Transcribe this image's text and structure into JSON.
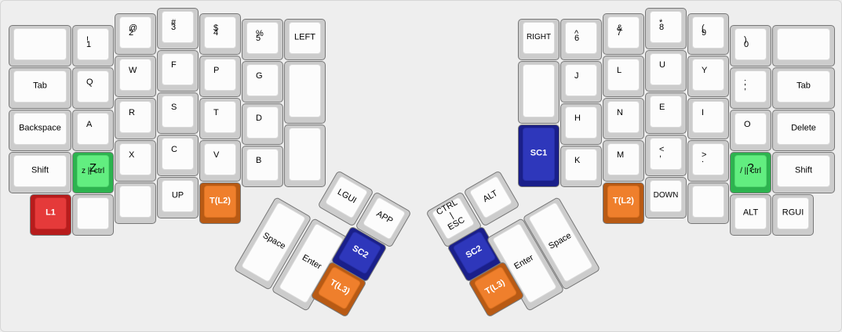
{
  "colors": {
    "background": "#eeeeee",
    "key": "#fcfcfc",
    "red": "#e53a3a",
    "green": "#62ee80",
    "blue": "#2e37bb",
    "orange": "#ef7f2c"
  },
  "keys": [
    {
      "name": "key-blank-l0",
      "tl": ""
    },
    {
      "name": "key-exclam-1",
      "tl": "!",
      "bl": "1"
    },
    {
      "name": "key-at-2",
      "tl": "@",
      "bl": "2"
    },
    {
      "name": "key-hash-3",
      "tl": "#",
      "bl": "3"
    },
    {
      "name": "key-dollar-4",
      "tl": "$",
      "bl": "4"
    },
    {
      "name": "key-percent-5",
      "tl": "%",
      "bl": "5"
    },
    {
      "name": "key-left",
      "c": "LEFT"
    },
    {
      "name": "key-tab-left",
      "c": "Tab"
    },
    {
      "name": "key-q",
      "tl": "Q"
    },
    {
      "name": "key-w",
      "tl": "W"
    },
    {
      "name": "key-f",
      "tl": "F"
    },
    {
      "name": "key-p",
      "tl": "P"
    },
    {
      "name": "key-g",
      "tl": "G"
    },
    {
      "name": "key-blank-l-tall",
      "c": ""
    },
    {
      "name": "key-backspace",
      "c": "Backspace"
    },
    {
      "name": "key-a",
      "tl": "A"
    },
    {
      "name": "key-r",
      "tl": "R"
    },
    {
      "name": "key-s",
      "tl": "S"
    },
    {
      "name": "key-t",
      "tl": "T"
    },
    {
      "name": "key-d",
      "tl": "D"
    },
    {
      "name": "key-shift-left",
      "c": "Shift"
    },
    {
      "name": "key-z-ctrl",
      "top": "Z",
      "bot": "z || ctrl"
    },
    {
      "name": "key-x",
      "tl": "X"
    },
    {
      "name": "key-c",
      "tl": "C"
    },
    {
      "name": "key-v",
      "tl": "V"
    },
    {
      "name": "key-b",
      "tl": "B"
    },
    {
      "name": "key-blank-l-tall2",
      "c": ""
    },
    {
      "name": "key-l1",
      "c": "L1"
    },
    {
      "name": "key-blank-l-bottom1",
      "c": ""
    },
    {
      "name": "key-blank-l-bottom2",
      "c": ""
    },
    {
      "name": "key-up",
      "c": "UP"
    },
    {
      "name": "key-tl2-left",
      "c": "T(L2)"
    },
    {
      "name": "key-lgui",
      "c": "LGUI"
    },
    {
      "name": "key-app",
      "c": "APP"
    },
    {
      "name": "key-space-left",
      "c": "Space"
    },
    {
      "name": "key-enter-left",
      "c": "Enter"
    },
    {
      "name": "key-sc2-left",
      "c": "SC2"
    },
    {
      "name": "key-tl3-left",
      "c": "T(L3)"
    },
    {
      "name": "key-right",
      "c": "RIGHT"
    },
    {
      "name": "key-caret-6",
      "tl": "^",
      "bl": "6"
    },
    {
      "name": "key-amp-7",
      "tl": "&",
      "bl": "7"
    },
    {
      "name": "key-star-8",
      "tl": "*",
      "bl": "8"
    },
    {
      "name": "key-paren-9",
      "tl": "(",
      "bl": "9"
    },
    {
      "name": "key-paren-0",
      "tl": ")",
      "bl": "0"
    },
    {
      "name": "key-blank-r0",
      "c": ""
    },
    {
      "name": "key-blank-r-tall",
      "c": ""
    },
    {
      "name": "key-j",
      "tl": "J"
    },
    {
      "name": "key-l",
      "tl": "L"
    },
    {
      "name": "key-u",
      "tl": "U"
    },
    {
      "name": "key-y",
      "tl": "Y"
    },
    {
      "name": "key-colon",
      "tl": ":",
      "bl": ";"
    },
    {
      "name": "key-tab-right",
      "c": "Tab"
    },
    {
      "name": "key-sc1",
      "c": "SC1"
    },
    {
      "name": "key-h",
      "tl": "H"
    },
    {
      "name": "key-n",
      "tl": "N"
    },
    {
      "name": "key-e",
      "tl": "E"
    },
    {
      "name": "key-i",
      "tl": "I"
    },
    {
      "name": "key-o",
      "tl": "O"
    },
    {
      "name": "key-delete",
      "c": "Delete"
    },
    {
      "name": "key-k",
      "tl": "K"
    },
    {
      "name": "key-m",
      "tl": "M"
    },
    {
      "name": "key-lt-comma",
      "tl": "<",
      "bl": ","
    },
    {
      "name": "key-gt-period",
      "tl": ">",
      "bl": "."
    },
    {
      "name": "key-question-ctrl",
      "top": "?",
      "bot": "/ || ctrl"
    },
    {
      "name": "key-shift-right",
      "c": "Shift"
    },
    {
      "name": "key-tl2-right",
      "c": "T(L2)"
    },
    {
      "name": "key-down",
      "c": "DOWN"
    },
    {
      "name": "key-blank-r-bottom",
      "c": ""
    },
    {
      "name": "key-alt-right",
      "c": "ALT"
    },
    {
      "name": "key-rgui",
      "c": "RGUI"
    },
    {
      "name": "key-ctrl-esc",
      "c1": "CTRL",
      "c2": "|",
      "c3": "ESC"
    },
    {
      "name": "key-alt-thumb",
      "c": "ALT"
    },
    {
      "name": "key-sc2-right",
      "c": "SC2"
    },
    {
      "name": "key-enter-right",
      "c": "Enter"
    },
    {
      "name": "key-space-right",
      "c": "Space"
    },
    {
      "name": "key-tl3-right",
      "c": "T(L3)"
    }
  ]
}
